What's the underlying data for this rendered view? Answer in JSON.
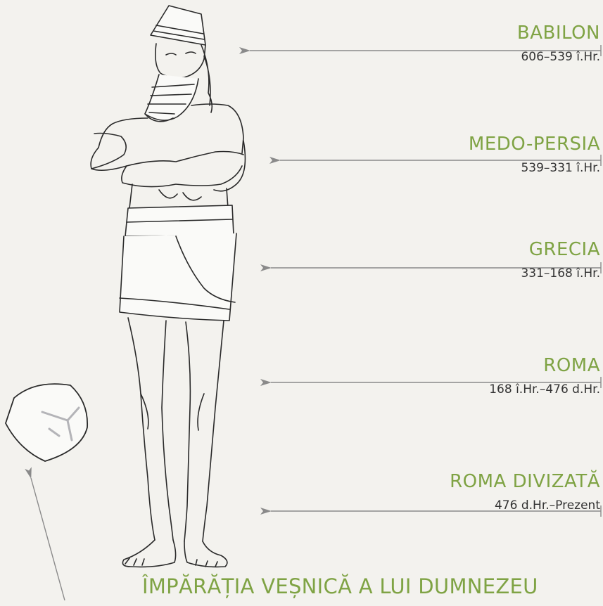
{
  "kingdoms": [
    {
      "name": "BABILON",
      "period": "606–539 î.Hr."
    },
    {
      "name": "MEDO-PERSIA",
      "period": "539–331 î.Hr."
    },
    {
      "name": "GRECIA",
      "period": "331–168 î.Hr."
    },
    {
      "name": "ROMA",
      "period": "168 î.Hr.–476 d.Hr."
    },
    {
      "name": "ROMA DIVIZATĂ",
      "period": "476 d.Hr.–Prezent"
    }
  ],
  "stone_label": "ÎMPĂRĂȚIA VEȘNICĂ A LUI DUMNEZEU",
  "colors": {
    "accent": "#7fa344",
    "text": "#333333",
    "line": "#8a8a8a",
    "background": "#f3f2ee"
  }
}
